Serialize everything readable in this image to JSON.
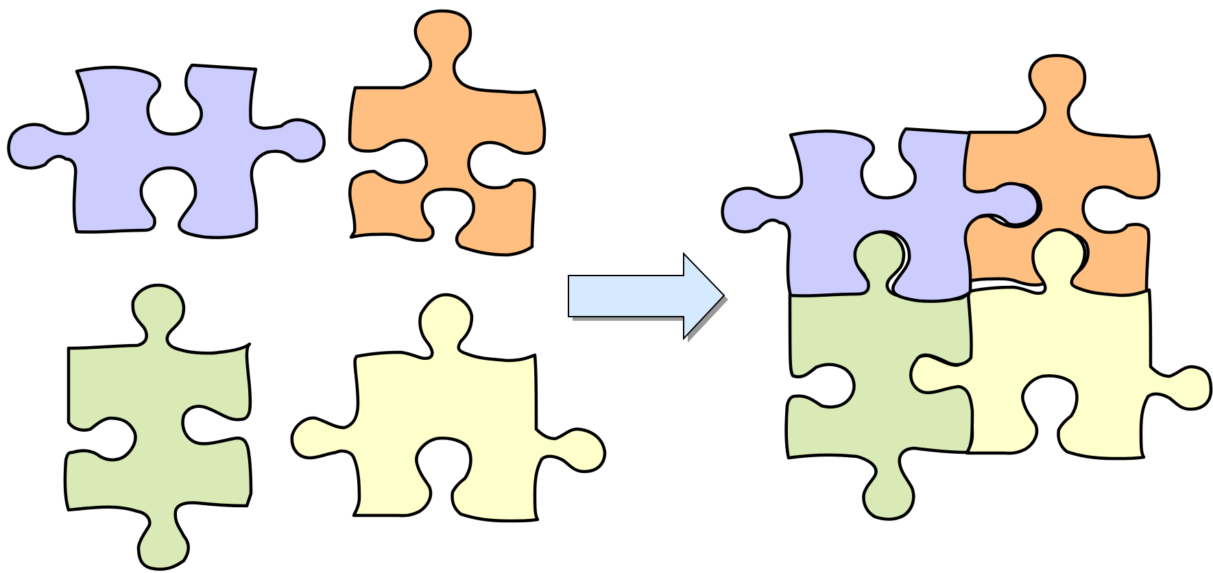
{
  "diagram": {
    "background": "#ffffff",
    "outline_color": "#000000",
    "pieces": [
      {
        "id": "purple",
        "color": "#ccccff",
        "group": "loose"
      },
      {
        "id": "orange",
        "color": "#ffbf80",
        "group": "loose"
      },
      {
        "id": "green",
        "color": "#d9eab6",
        "group": "loose"
      },
      {
        "id": "yellow",
        "color": "#ffffcc",
        "group": "loose"
      },
      {
        "id": "purple",
        "color": "#ccccff",
        "group": "assembled"
      },
      {
        "id": "orange",
        "color": "#ffbf80",
        "group": "assembled"
      },
      {
        "id": "green",
        "color": "#d9eab6",
        "group": "assembled"
      },
      {
        "id": "yellow",
        "color": "#ffffcc",
        "group": "assembled"
      }
    ],
    "arrow": {
      "direction": "right",
      "fill": "#d6eaff",
      "stroke": "#000000",
      "shadow": "#999999"
    }
  }
}
